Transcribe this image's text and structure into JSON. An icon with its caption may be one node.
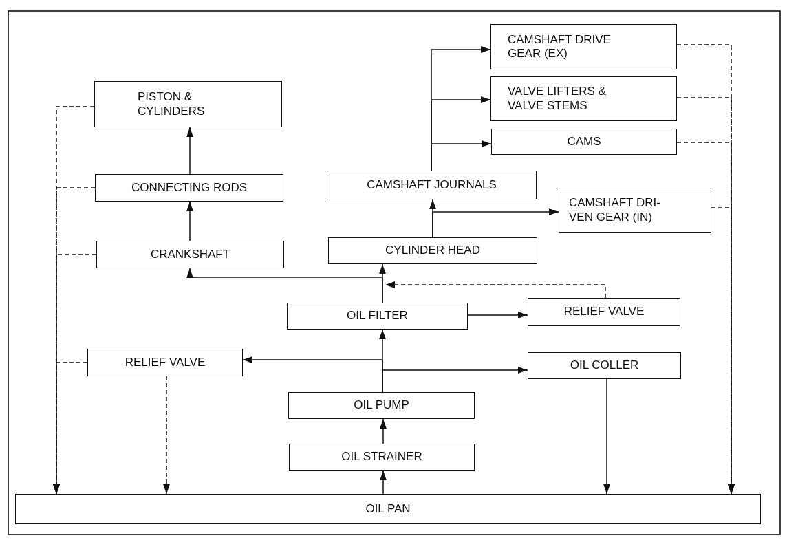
{
  "diagram": {
    "nodes": [
      {
        "text": [
          "CAMSHAFT DRIVE GEAR (EX)"
        ]
      },
      {
        "text": [
          "PISTON & CYLINDERS"
        ]
      },
      {
        "text": [
          "VALVE LIFTERS & VALVE STEMS"
        ]
      },
      {
        "text": [
          "CAMS"
        ]
      },
      {
        "text": [
          "CONNECTING RODS"
        ]
      },
      {
        "text": [
          "CAMSHAFT JOURNALS"
        ]
      },
      {
        "text": [
          "CAMSHAFT DRI- VEN GEAR (IN)"
        ]
      },
      {
        "text": [
          "CRANKSHAFT"
        ]
      },
      {
        "text": [
          "CYLINDER HEAD"
        ]
      },
      {
        "text": [
          "OIL FILTER"
        ]
      },
      {
        "text": [
          "RELIEF VALVE"
        ]
      },
      {
        "text": [
          "RELIEF VALVE"
        ]
      },
      {
        "text": [
          "OIL COLLER"
        ]
      },
      {
        "text": [
          "OIL PUMP"
        ]
      },
      {
        "text": [
          "OIL STRAINER"
        ]
      },
      {
        "text": [
          "OIL PAN"
        ]
      }
    ],
    "edges": [
      {
        "from": 15,
        "to": 14,
        "arrow": "to"
      },
      {
        "from": 14,
        "to": 13,
        "arrow": "to"
      },
      {
        "from": 13,
        "to": 9,
        "arrow": "to"
      },
      {
        "from": 13,
        "to": 11,
        "arrow": "to"
      },
      {
        "from": 13,
        "to": 12,
        "arrow": "to"
      },
      {
        "from": 12,
        "to": 15,
        "arrow": "to"
      },
      {
        "from": 9,
        "to": 10,
        "arrow": "to"
      },
      {
        "from": 10,
        "to": 9,
        "arrow": "to",
        "style": "dashed"
      },
      {
        "from": 9,
        "to": 7,
        "arrow": "to"
      },
      {
        "from": 9,
        "to": 8,
        "arrow": "to"
      },
      {
        "from": 8,
        "to": 5,
        "arrow": "to"
      },
      {
        "from": 8,
        "to": 6,
        "arrow": "to"
      },
      {
        "from": 5,
        "to": 0,
        "arrow": "to"
      },
      {
        "from": 5,
        "to": 2,
        "arrow": "to"
      },
      {
        "from": 5,
        "to": 3,
        "arrow": "to"
      },
      {
        "from": 7,
        "to": 4,
        "arrow": "to"
      },
      {
        "from": 4,
        "to": 1,
        "arrow": "to"
      },
      {
        "from": 1,
        "to": 15,
        "arrow": "to",
        "style": "dashed"
      },
      {
        "from": 4,
        "to": 15,
        "arrow": "to",
        "style": "dashed"
      },
      {
        "from": 7,
        "to": 15,
        "arrow": "to",
        "style": "dashed"
      },
      {
        "from": 11,
        "to": 15,
        "arrow": "to",
        "style": "dashed"
      },
      {
        "from": 11,
        "to": 15,
        "arrow": "to",
        "style": "dashed"
      },
      {
        "from": 0,
        "to": 15,
        "arrow": "to",
        "style": "dashed"
      },
      {
        "from": 2,
        "to": 15,
        "arrow": "to",
        "style": "dashed"
      },
      {
        "from": 3,
        "to": 15,
        "arrow": "to",
        "style": "dashed"
      },
      {
        "from": 6,
        "to": 15,
        "arrow": "to",
        "style": "dashed"
      }
    ]
  }
}
